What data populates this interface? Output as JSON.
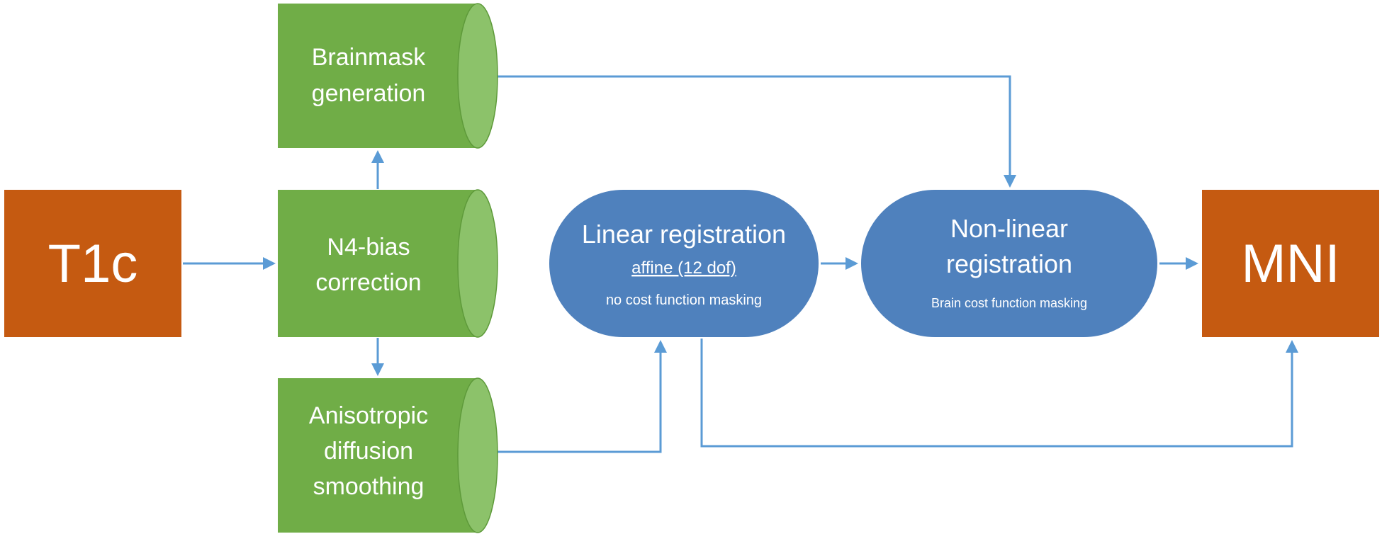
{
  "colors": {
    "input_output": "#C55A11",
    "preprocessing": "#70AD47",
    "registration": "#4F81BD",
    "connector": "#5B9BD5",
    "text": "#FFFFFF"
  },
  "nodes": {
    "t1c": {
      "label": "T1c"
    },
    "brainmask": {
      "line1": "Brainmask",
      "line2": "generation"
    },
    "n4bias": {
      "line1": "N4-bias",
      "line2": "correction"
    },
    "anisotropic": {
      "line1": "Anisotropic",
      "line2": "diffusion",
      "line3": "smoothing"
    },
    "linear_reg": {
      "title": "Linear registration",
      "subtitle": "affine (12 dof)",
      "note": "no cost function masking"
    },
    "nonlinear_reg": {
      "title_line1": "Non-linear",
      "title_line2": "registration",
      "note": "Brain cost function masking"
    },
    "mni": {
      "label": "MNI"
    }
  }
}
